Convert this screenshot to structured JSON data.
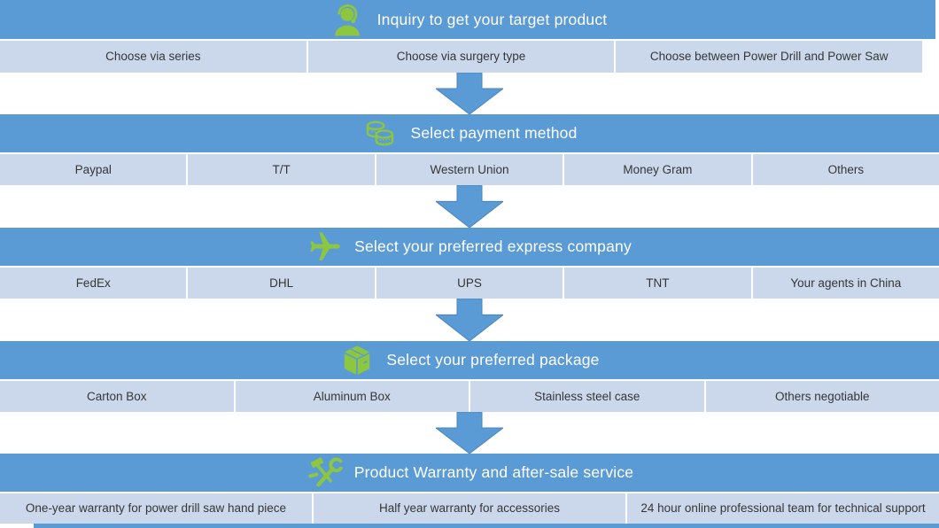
{
  "style": {
    "header_blue": "#5b9bd5",
    "option_row_blue": "#cbd8eb",
    "icon_green": "#8dc63f",
    "arrow_blue": "#5b9bd5",
    "header_text_color": "#ffffff",
    "option_text_color": "#363636"
  },
  "sections": [
    {
      "title": "Inquiry to get your target product",
      "icon": "support-agent-icon",
      "options": [
        "Choose via series",
        "Choose via surgery type",
        "Choose between Power Drill and Power Saw"
      ]
    },
    {
      "title": "Select payment method",
      "icon": "coins-icon",
      "options": [
        "Paypal",
        "T/T",
        "Western Union",
        "Money Gram",
        "Others"
      ]
    },
    {
      "title": "Select your preferred express company",
      "icon": "plane-icon",
      "options": [
        "FedEx",
        "DHL",
        "UPS",
        "TNT",
        "Your agents in China"
      ]
    },
    {
      "title": "Select your preferred package",
      "icon": "package-icon",
      "options": [
        "Carton Box",
        "Aluminum Box",
        "Stainless steel case",
        "Others negotiable"
      ]
    },
    {
      "title": "Product Warranty and after-sale service",
      "icon": "tools-icon",
      "options": [
        "One-year warranty for power drill saw hand piece",
        "Half year warranty for accessories",
        "24 hour online professional team for technical support"
      ]
    }
  ]
}
